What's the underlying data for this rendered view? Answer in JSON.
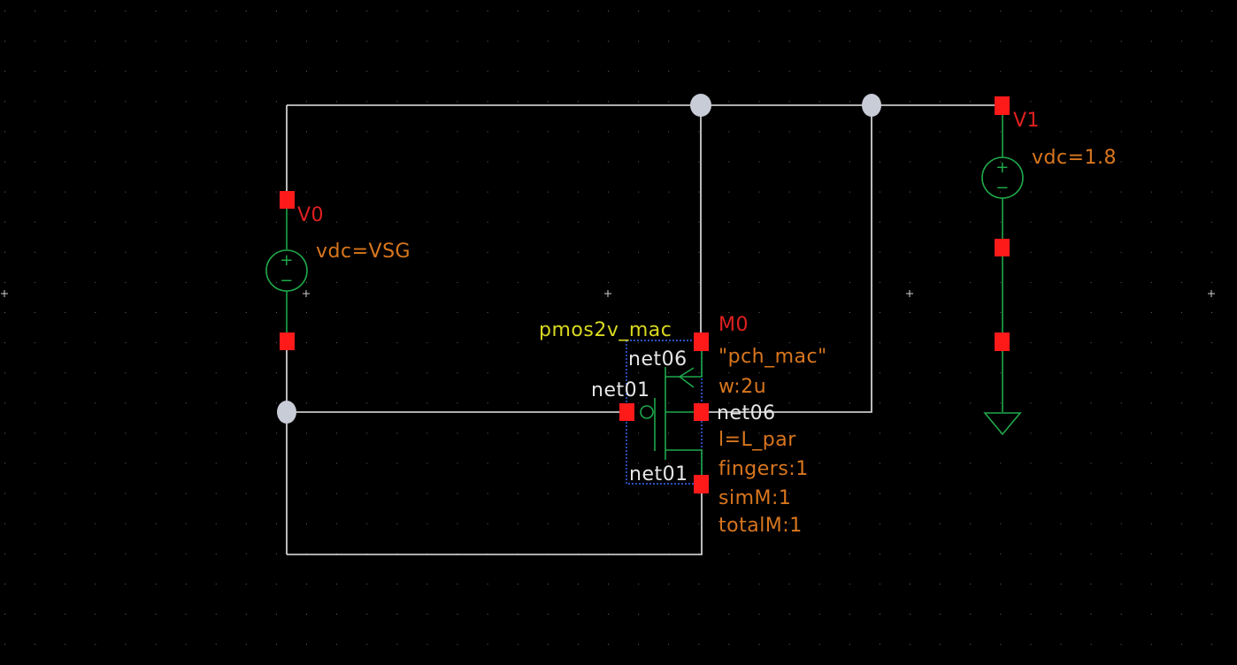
{
  "schematic": {
    "background": "#000000",
    "colors": {
      "wire": "#e8e8e8",
      "symbol": "#1fa84a",
      "pin": "#ff1a1a",
      "instance_name": "#e02020",
      "parameter": "#d8761e",
      "cell_name": "#d9d920",
      "net_label": "#e6e6e6",
      "junction": "#c8ccd6",
      "selection_box": "#3a6bff",
      "grid": "#6a6a6a"
    },
    "sources": [
      {
        "name": "V0",
        "param": "vdc=VSG"
      },
      {
        "name": "V1",
        "param": "vdc=1.8"
      }
    ],
    "transistor": {
      "cell": "pmos2v_mac",
      "name": "M0",
      "model": "\"pch_mac\"",
      "params": [
        "w:2u",
        "l=L_par",
        "fingers:1",
        "simM:1",
        "totalM:1"
      ],
      "net_top": "net06",
      "net_gate": "net01",
      "net_bulk": "net06",
      "net_bottom": "net01"
    },
    "symbols": {
      "plus": "+",
      "minus": "−"
    }
  }
}
